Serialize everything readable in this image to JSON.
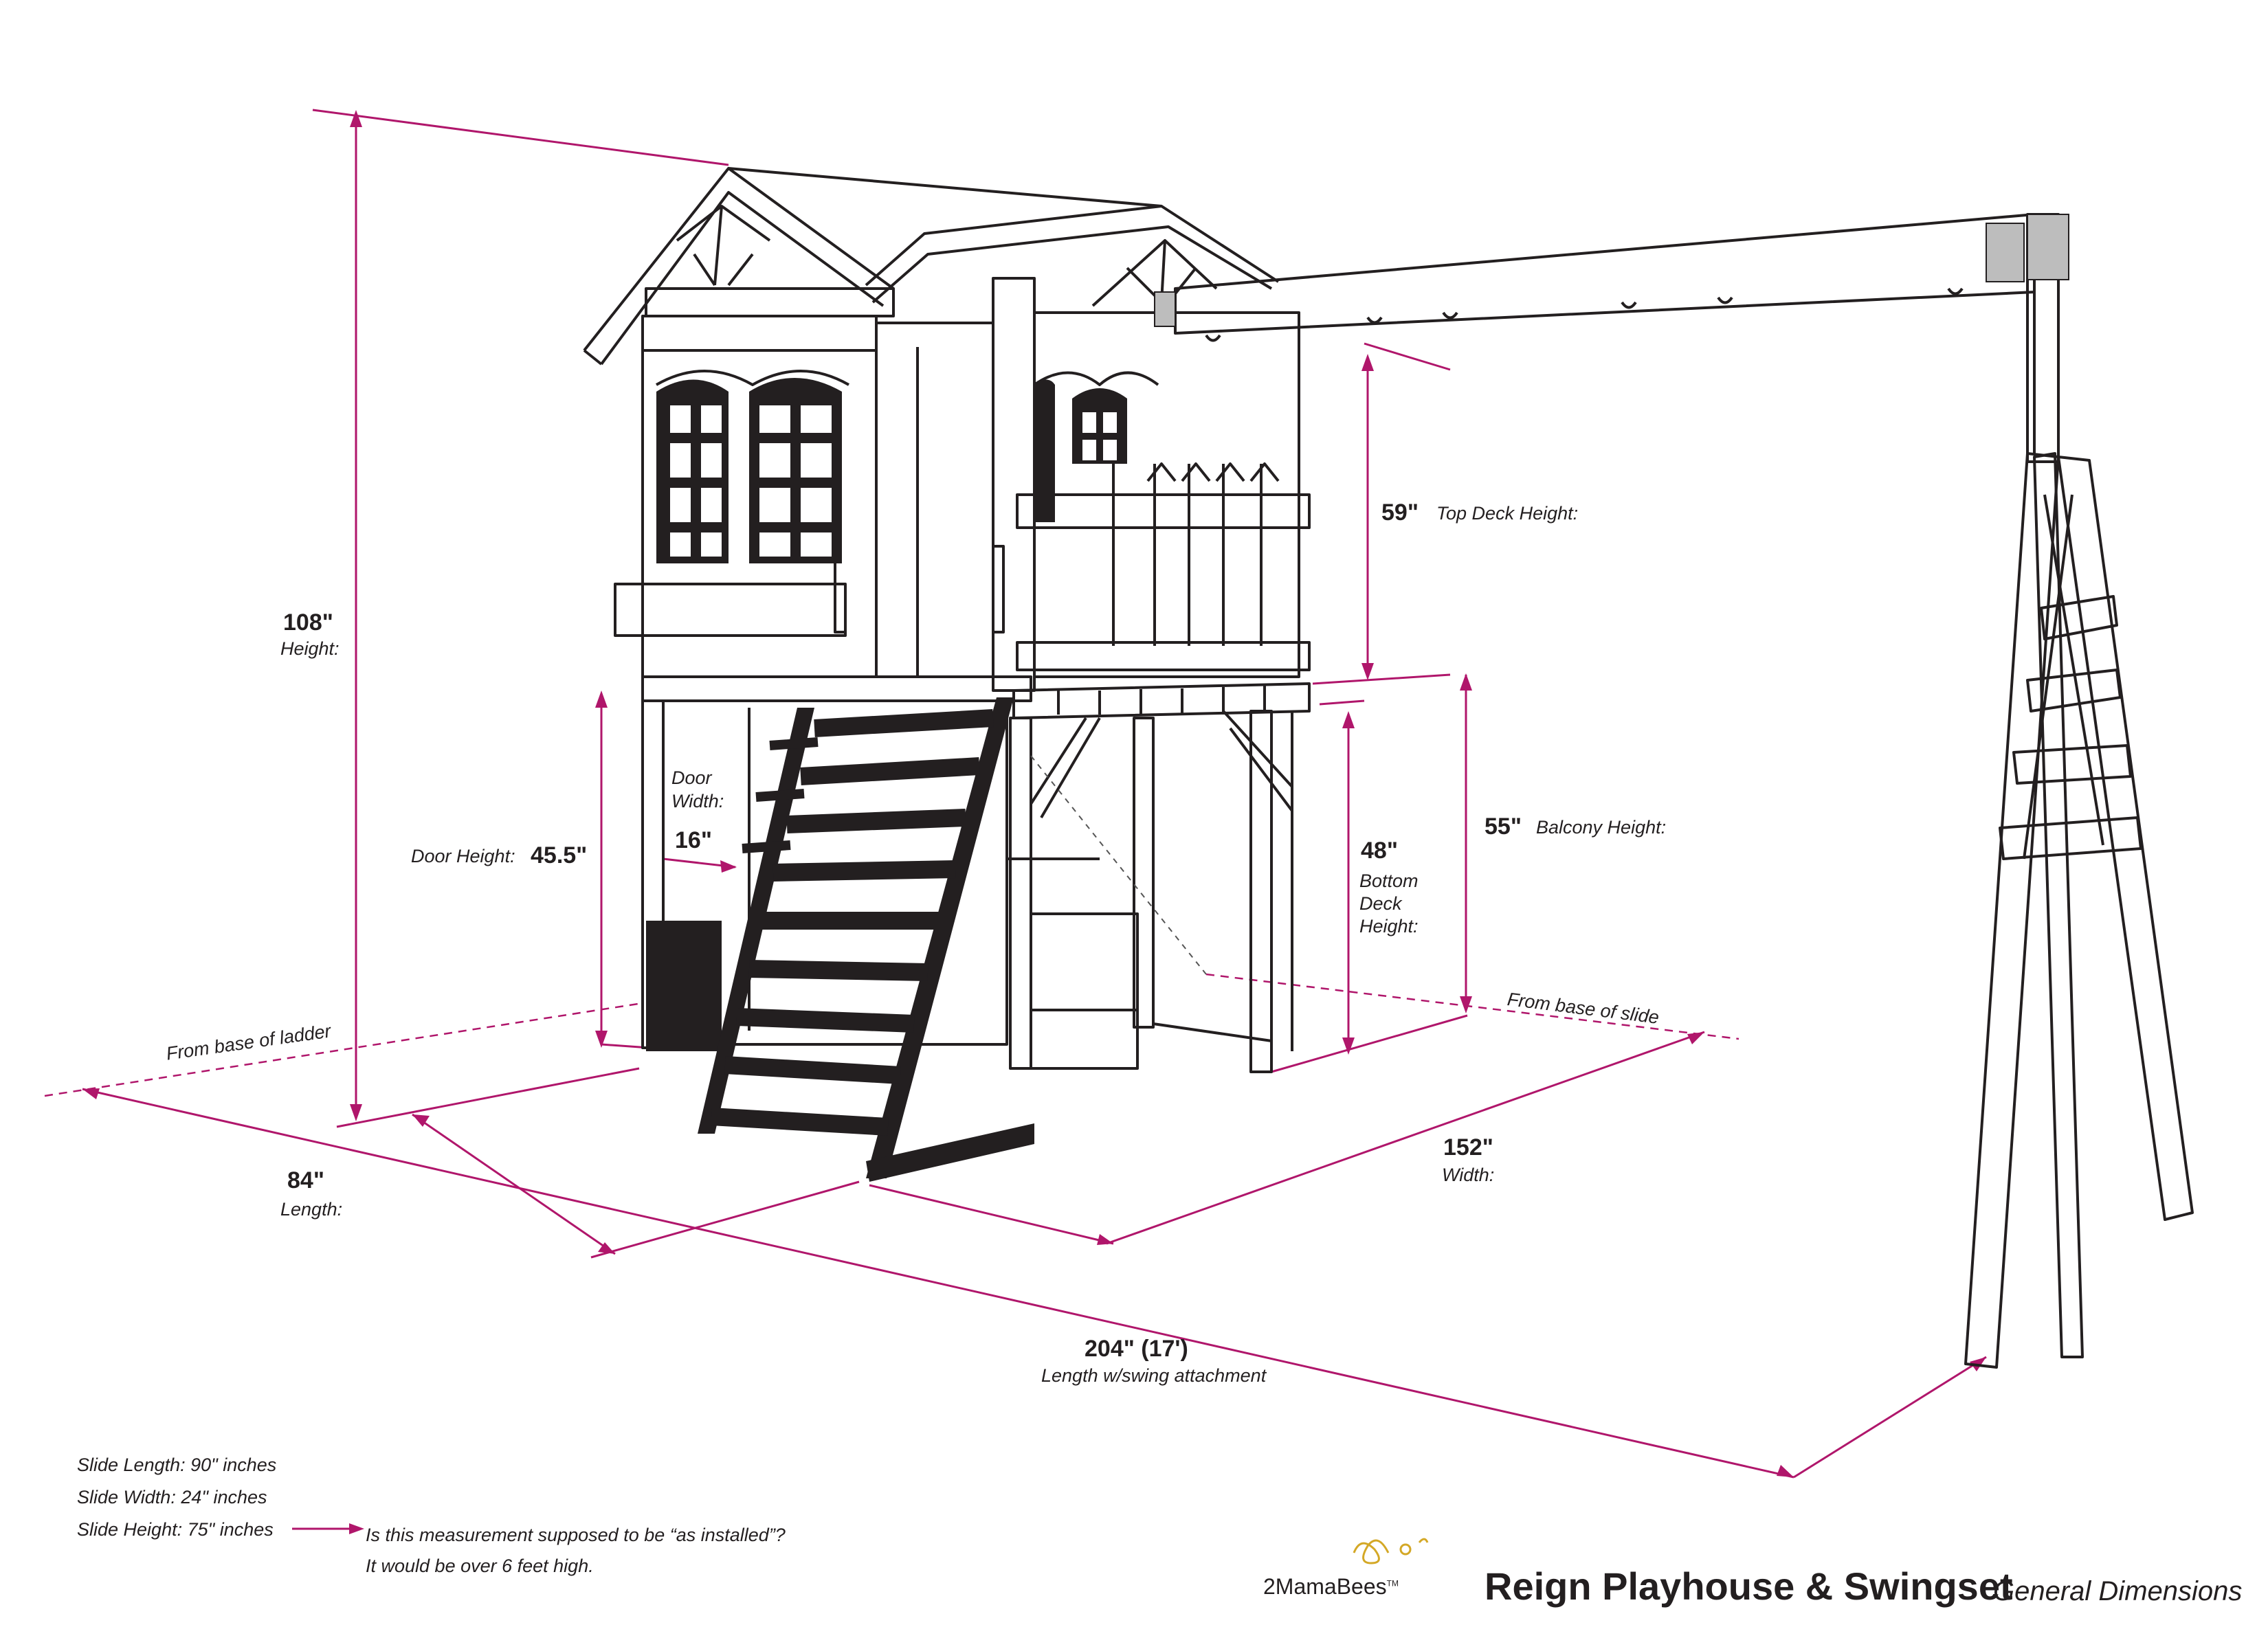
{
  "dimensions": {
    "height": {
      "value": "108\"",
      "label": "Height:"
    },
    "top_deck": {
      "value": "59\"",
      "label": "Top Deck Height:"
    },
    "balcony": {
      "value": "55\"",
      "label": "Balcony Height:"
    },
    "bottom_deck": {
      "value": "48\"",
      "label_lines": [
        "Bottom",
        "Deck",
        "Height:"
      ]
    },
    "door_height": {
      "value": "45.5\"",
      "label": "Door Height:"
    },
    "door_width": {
      "value": "16\"",
      "label_lines": [
        "Door",
        "Width:"
      ]
    },
    "length": {
      "value": "84\"",
      "label": "Length:"
    },
    "width": {
      "value": "152\"",
      "label": "Width:"
    },
    "total_length": {
      "value": "204\" (17')",
      "label": "Length w/swing attachment"
    }
  },
  "references": {
    "ladder": "From base of ladder",
    "slide": "From base of slide"
  },
  "slide_specs": [
    "Slide Length: 90\" inches",
    "Slide Width: 24\" inches",
    "Slide Height: 75\" inches"
  ],
  "note_lines": [
    "Is this measurement supposed to be “as installed”?",
    "It would be over 6 feet high."
  ],
  "brand": {
    "name": "2MamaBees",
    "tm": "TM"
  },
  "title": "Reign Playhouse & Swingset",
  "subtitle": "General Dimensions",
  "colors": {
    "dimension": "#b0166b",
    "drawing": "#231f20",
    "fill_dark": "#231f20",
    "brand_gold": "#d4a826"
  }
}
